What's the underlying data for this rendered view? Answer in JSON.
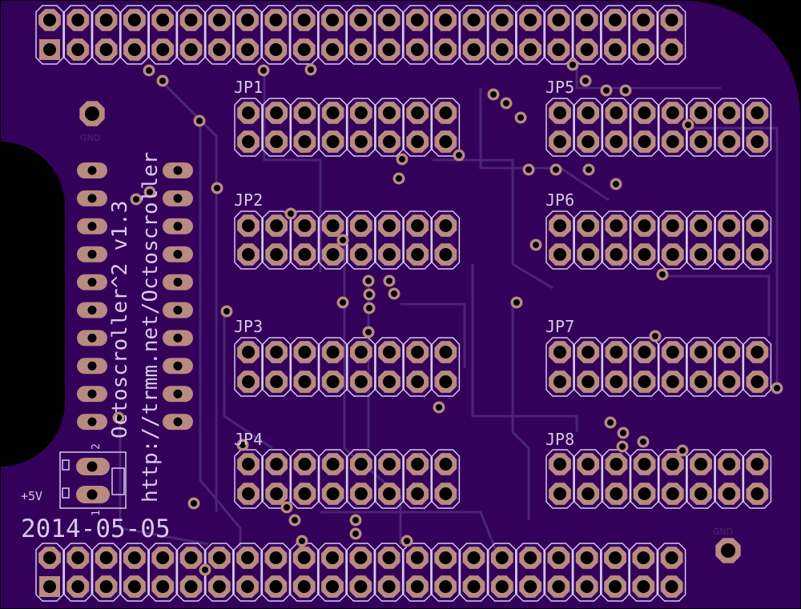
{
  "board": {
    "colors": {
      "board": "#33005a",
      "copper": "#b88a80",
      "silk": "#d8c8ec",
      "trace": "#4b2578",
      "outline": "#000000"
    },
    "title": "Octoscroller^2 v1.3",
    "url": "http://trmm.net/Octoscroller",
    "date": "2014-05-05",
    "power_label": "+5V",
    "power_pin2": "2",
    "power_pin1": "1",
    "gnd_labels": [
      "GND",
      "GND"
    ],
    "connectors": [
      "JP1",
      "JP2",
      "JP3",
      "JP4",
      "JP5",
      "JP6",
      "JP7",
      "JP8"
    ]
  }
}
